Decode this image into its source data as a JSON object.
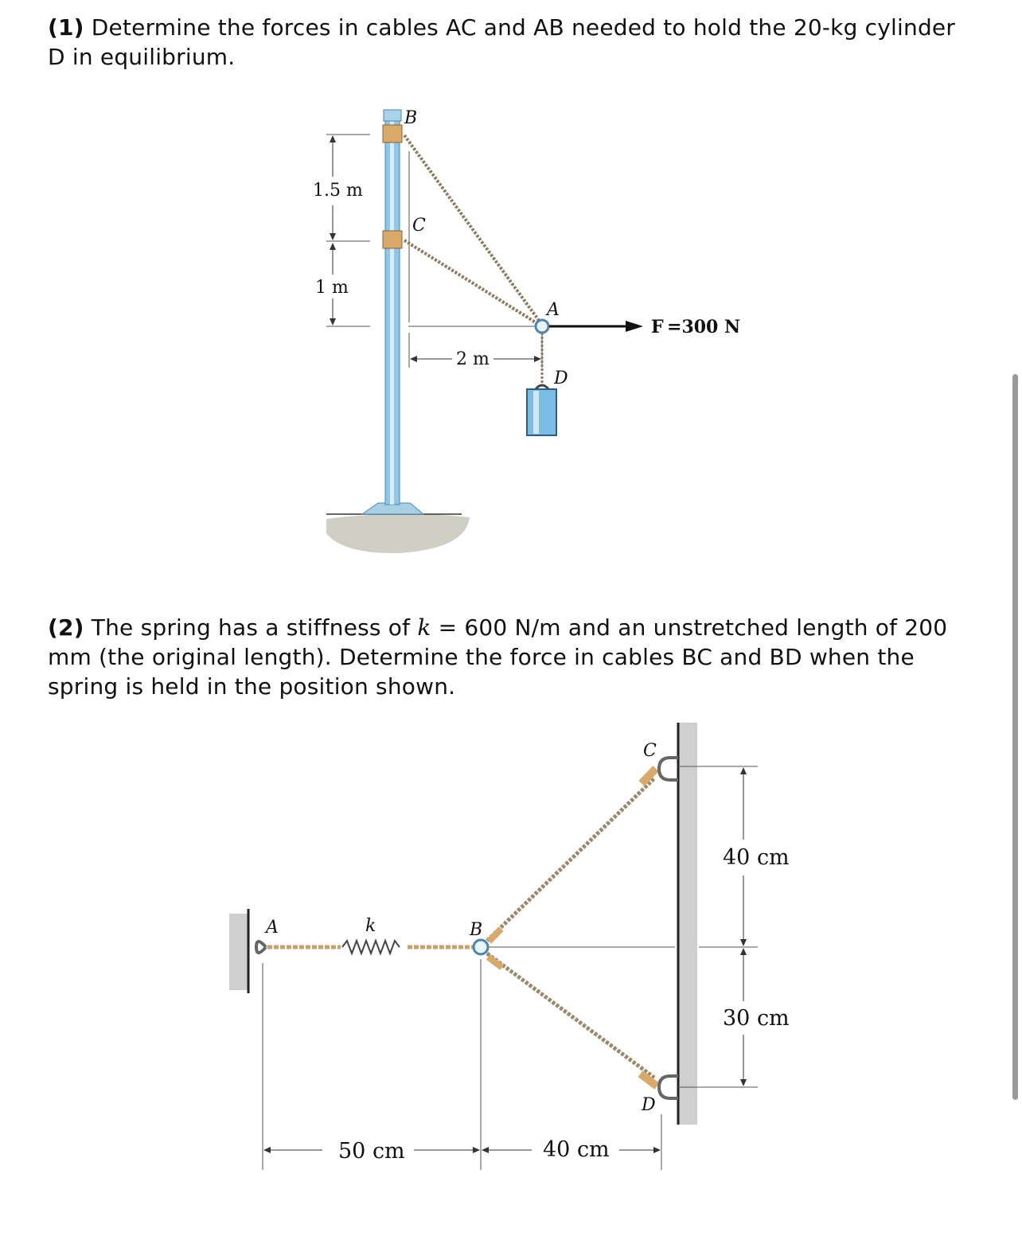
{
  "problem1": {
    "number": "(1)",
    "text": "Determine the forces in cables AC and AB needed to hold the 20-kg cylinder D in equilibrium."
  },
  "problem2": {
    "number": "(2)",
    "text_before_k": "The spring has a stiffness of",
    "k_symbol": "k",
    "text_after_k": "= 600 N/m and an unstretched length of 200 mm (the original length). Determine the force in cables BC and BD when the spring is held in the position shown."
  },
  "figure1": {
    "label_B": "B",
    "label_C": "C",
    "label_A": "A",
    "label_D": "D",
    "dim_top": "1.5 m",
    "dim_mid": "1 m",
    "dim_horizontal": "2 m",
    "force_label": "F =300 N"
  },
  "figure2": {
    "label_A": "A",
    "label_k": "k",
    "label_B": "B",
    "label_C": "C",
    "label_D": "D",
    "dim_upper": "40 cm",
    "dim_lower": "30 cm",
    "dim_left": "50 cm",
    "dim_right": "40 cm"
  },
  "colors": {
    "pole_blue": "#8ec8e8",
    "pole_edge": "#4a86b0",
    "bracket_tan": "#d9a96a",
    "cable": "#9a8a6c",
    "ground": "#c8c8bc",
    "wall": "#c9c9c9",
    "cylinder": "#79bde3"
  }
}
